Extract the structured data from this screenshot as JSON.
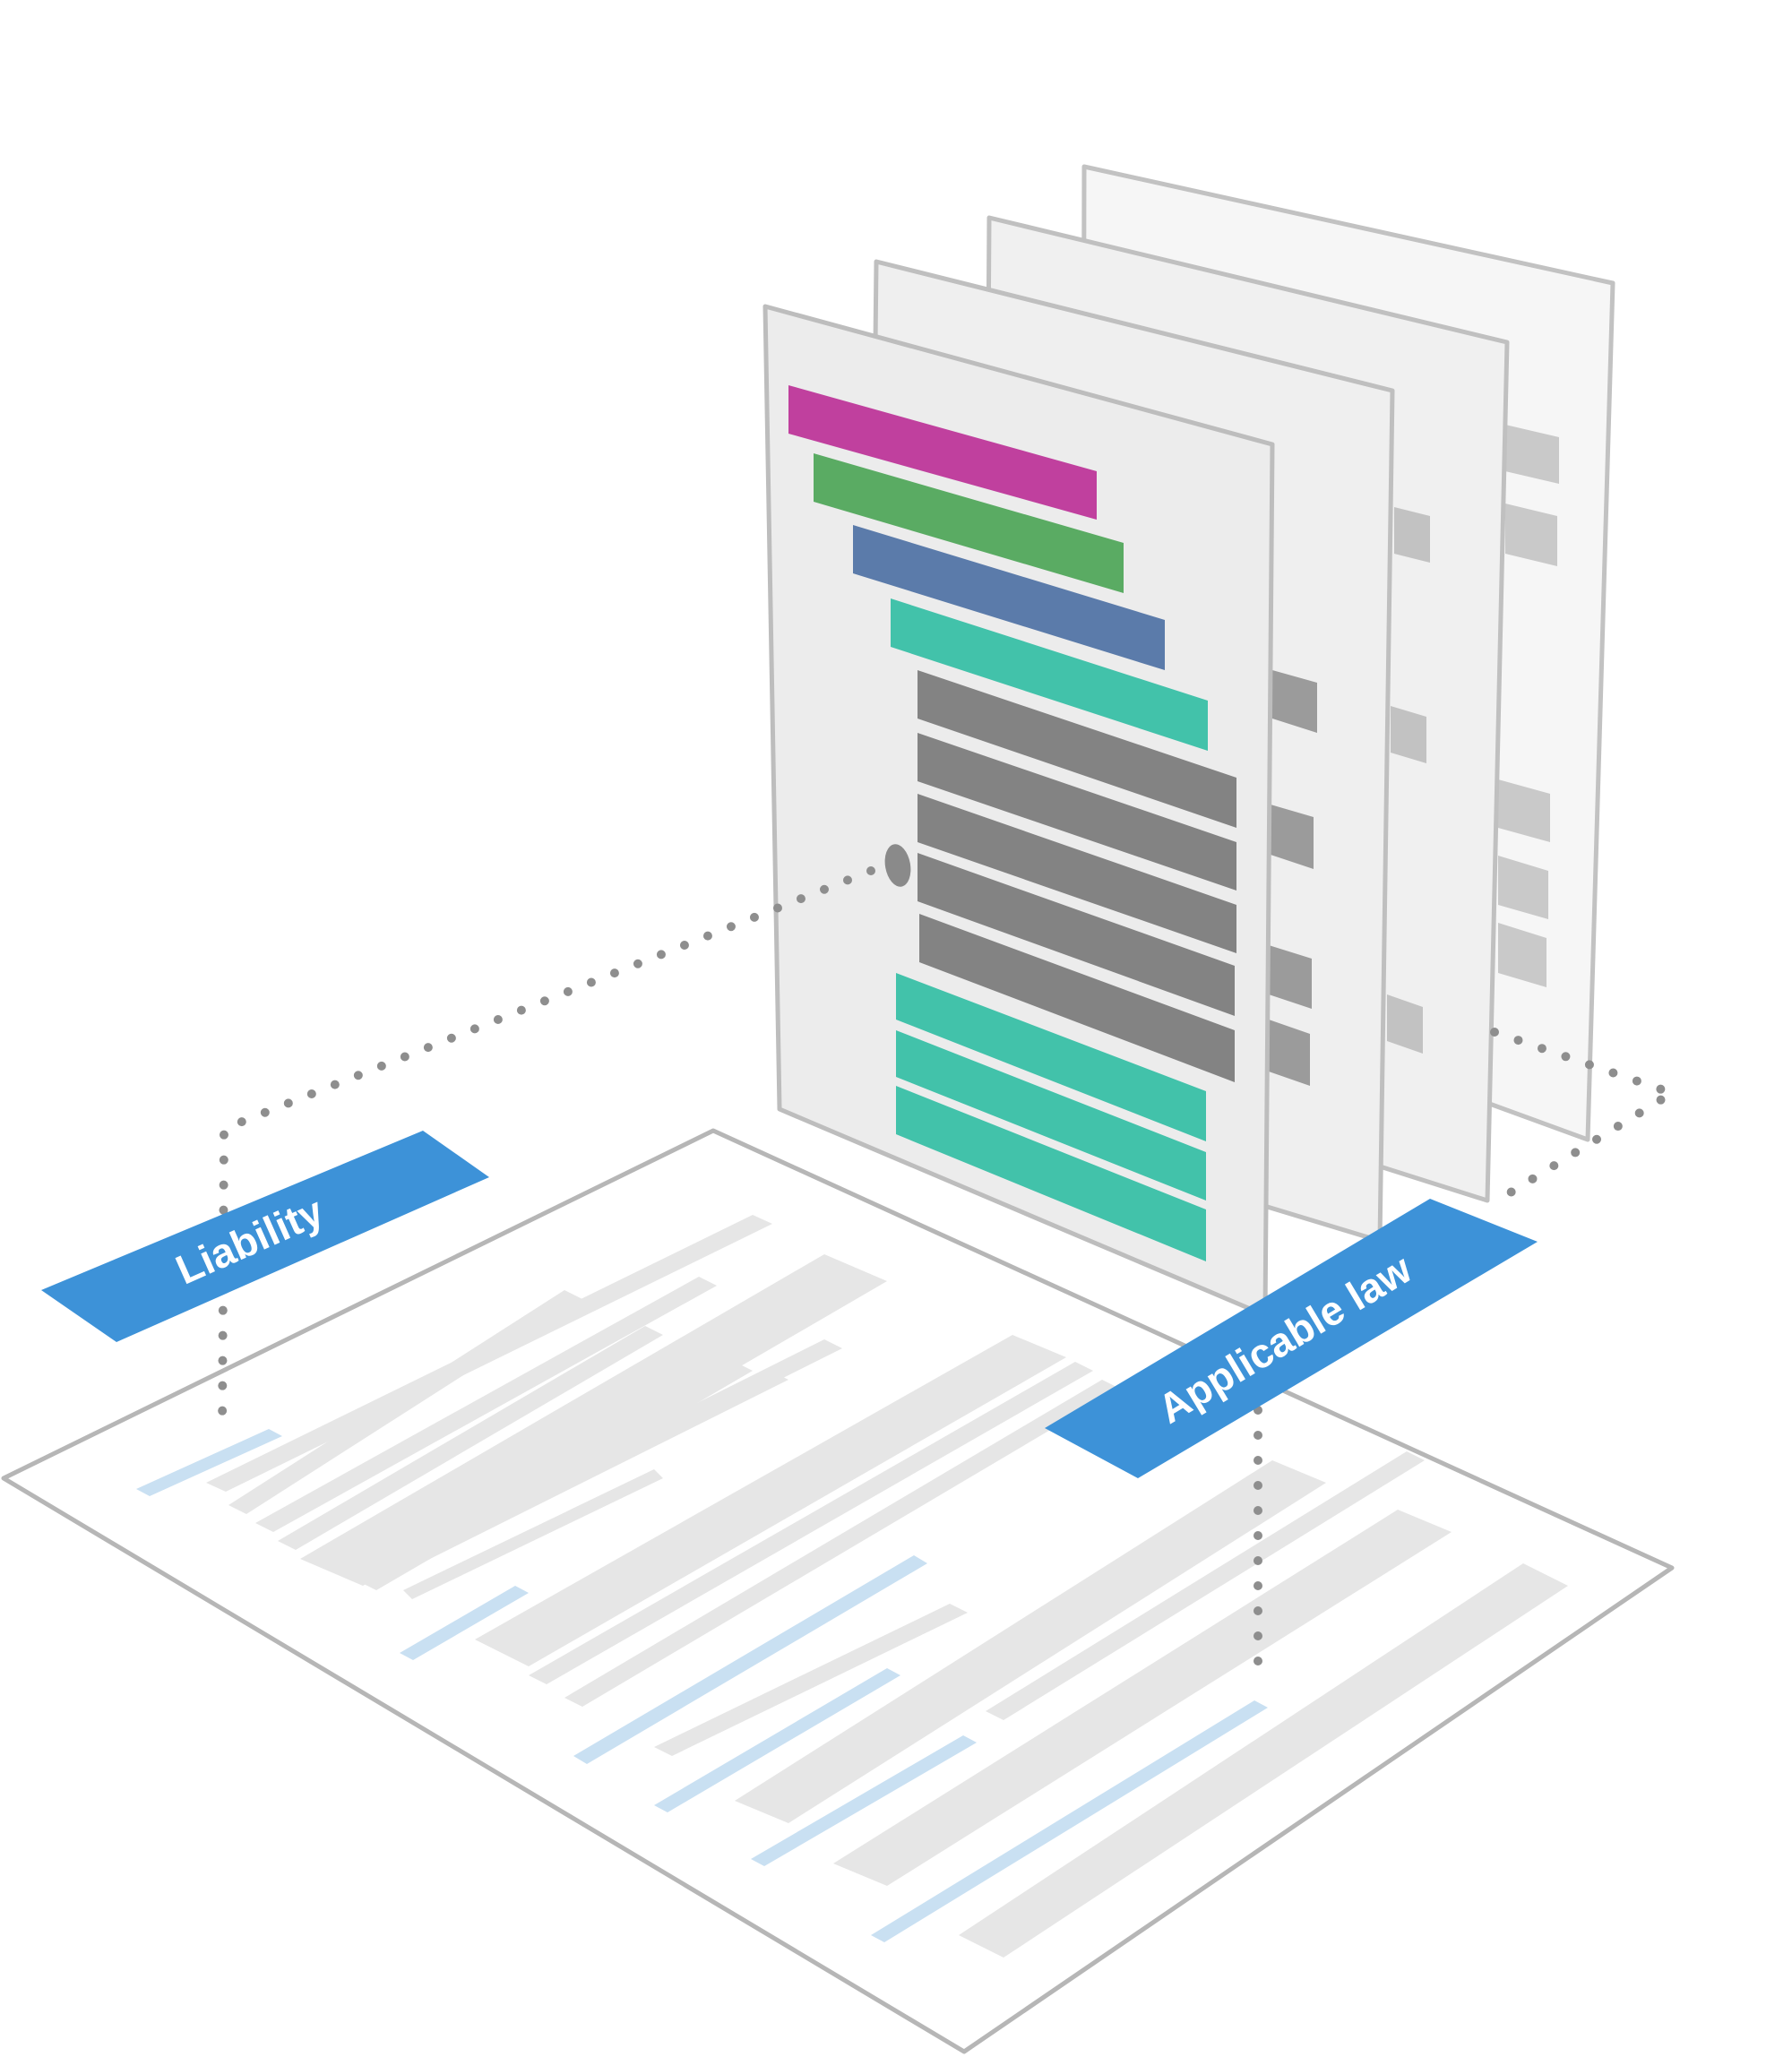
{
  "labels": {
    "liability": "Liability",
    "applicable_law": "Applicable law"
  },
  "colors": {
    "tag_blue": "#3d92d8",
    "magenta": "#c0409e",
    "green": "#5aab63",
    "steel_blue": "#5b7baa",
    "teal": "#42c2aa",
    "dark_gray": "#838383",
    "page_front": "#ececec",
    "page_border": "#bdbdbd",
    "doc_line": "#e6e6e6",
    "doc_highlight": "#c9e0f2",
    "dots": "#8e8e8e"
  },
  "front_page_bars": [
    "magenta",
    "green",
    "steel_blue",
    "teal",
    "dark_gray",
    "dark_gray",
    "dark_gray",
    "dark_gray",
    "dark_gray",
    "teal",
    "teal",
    "teal"
  ]
}
